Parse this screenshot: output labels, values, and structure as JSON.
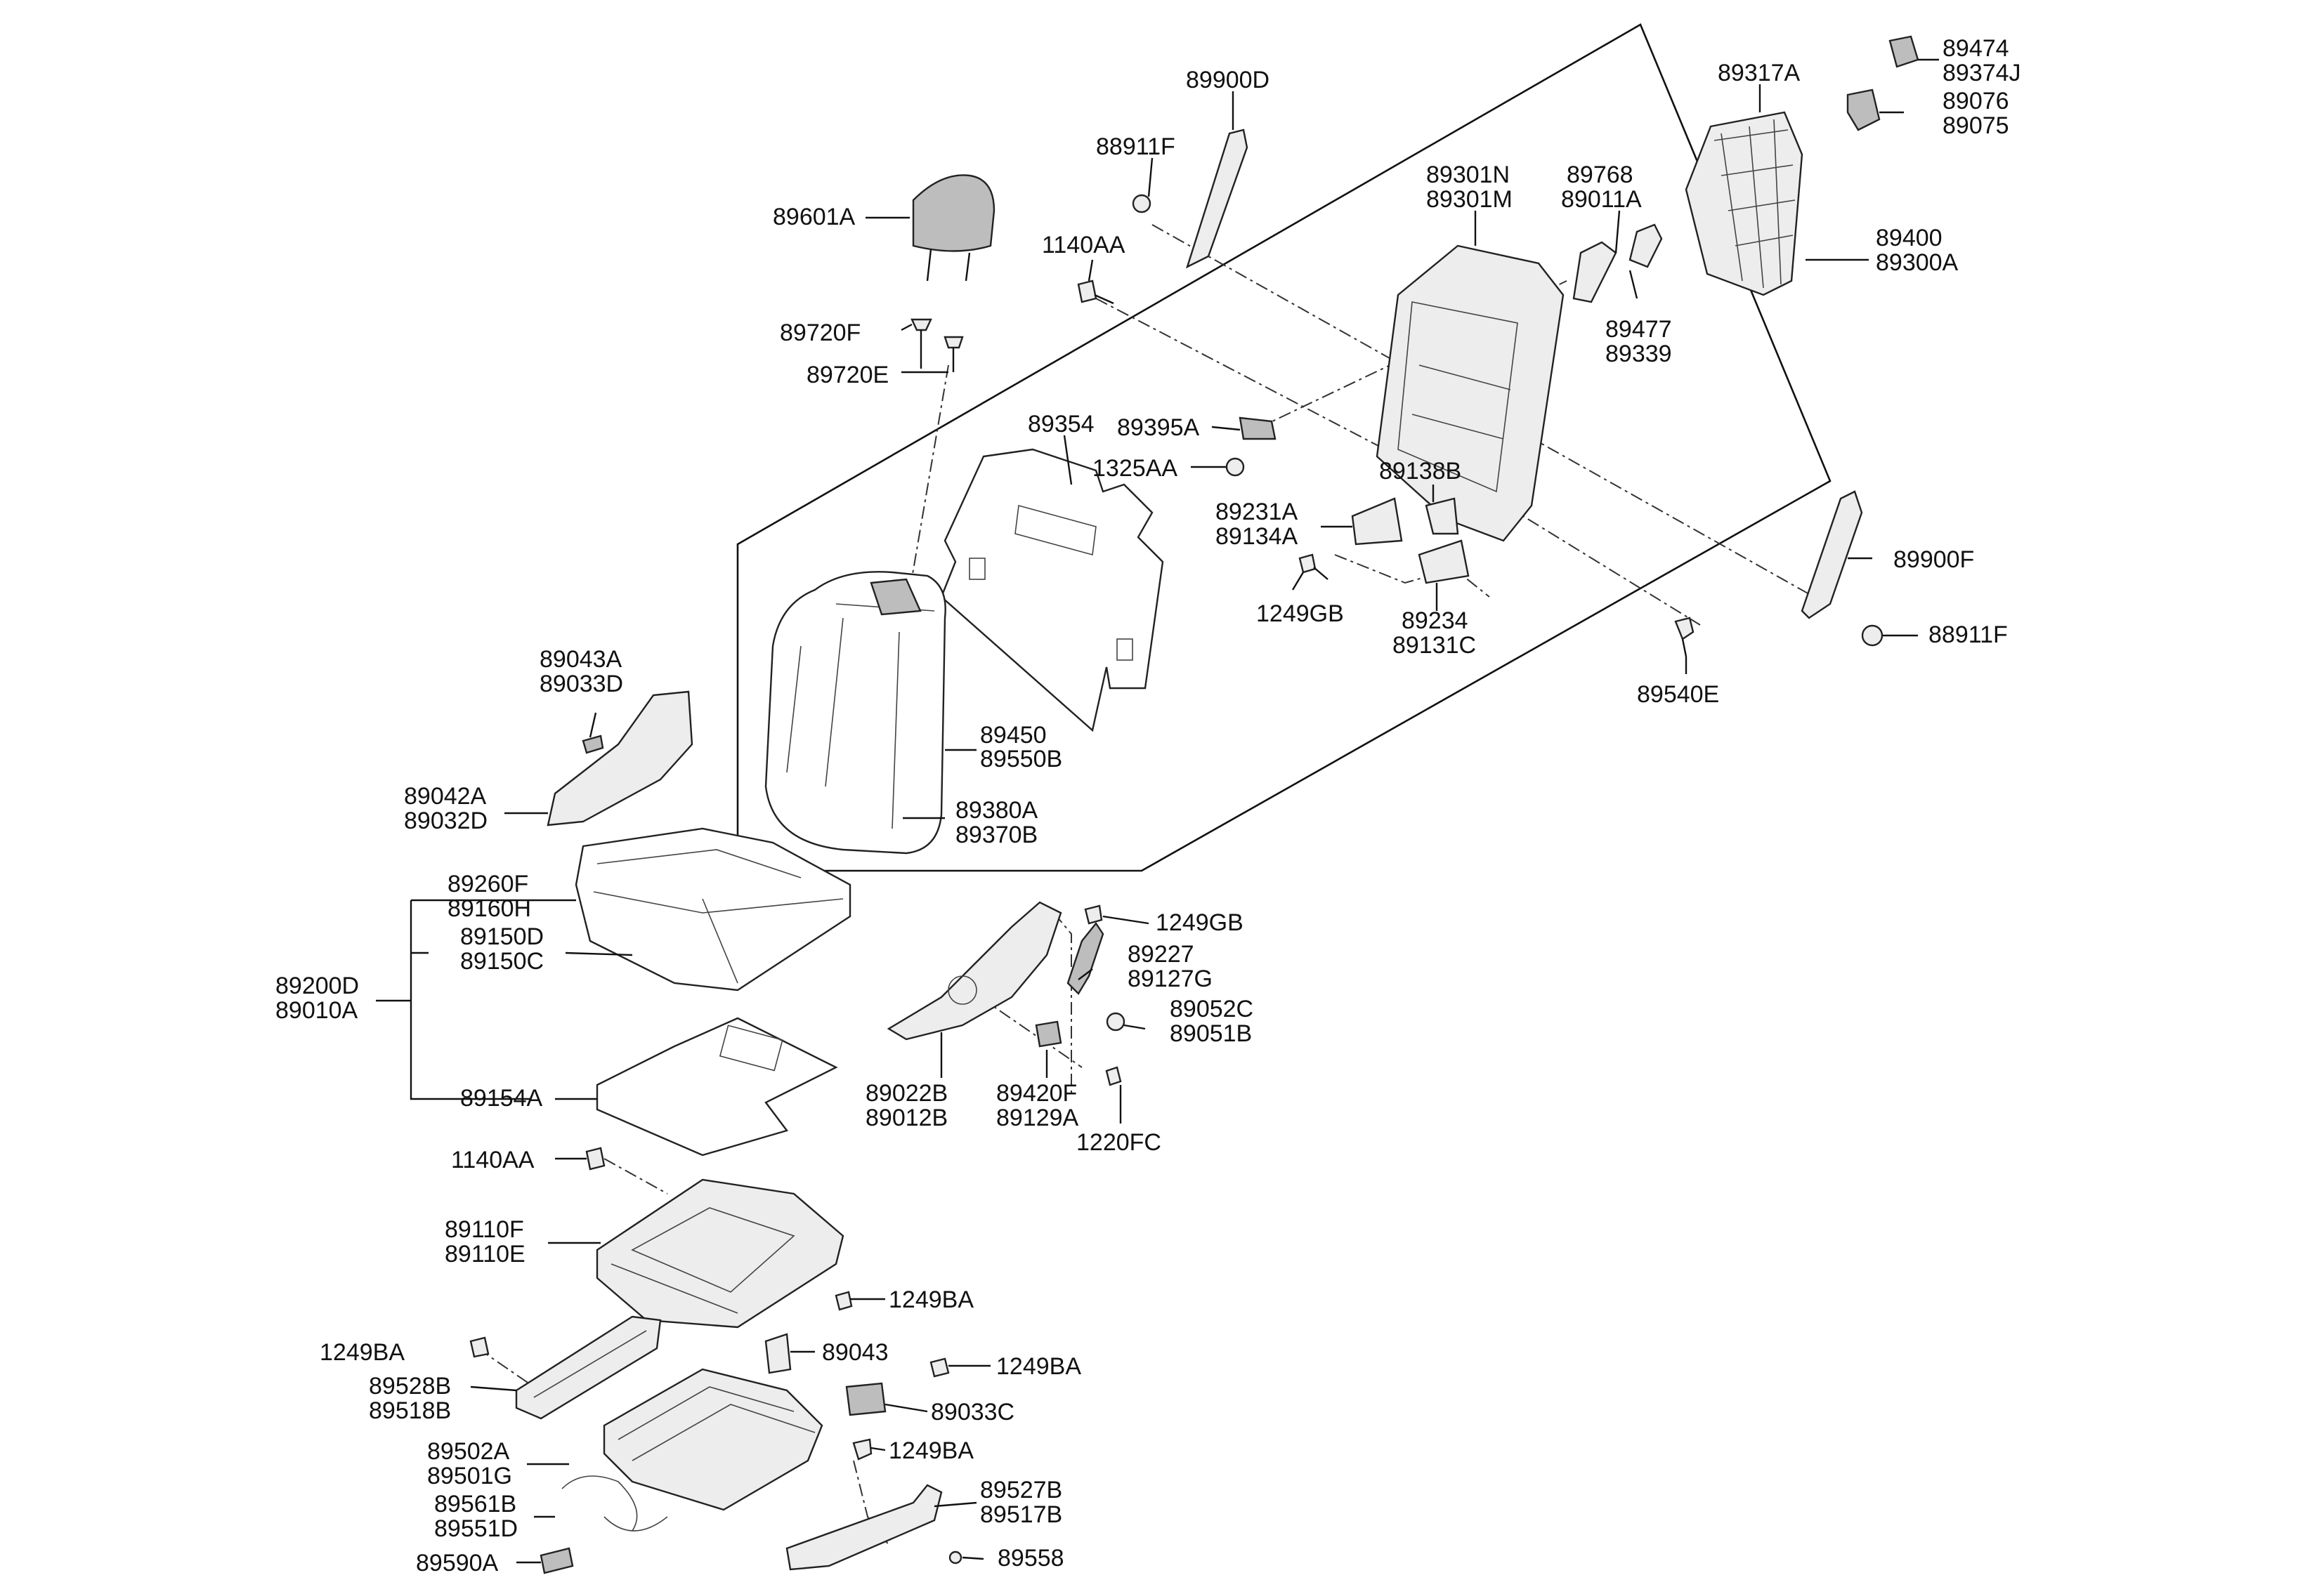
{
  "labels": {
    "l_89474": "89474",
    "l_89374J": "89374J",
    "l_89076": "89076",
    "l_89075": "89075",
    "l_89900D": "89900D",
    "l_89317A": "89317A",
    "l_88911F_top": "88911F",
    "l_89601A": "89601A",
    "l_1140AA_top": "1140AA",
    "l_89301N": "89301N",
    "l_89301M": "89301M",
    "l_89768": "89768",
    "l_89011A": "89011A",
    "l_89400": "89400",
    "l_89300A": "89300A",
    "l_89477": "89477",
    "l_89339": "89339",
    "l_89720F": "89720F",
    "l_89720E": "89720E",
    "l_89354": "89354",
    "l_89395A": "89395A",
    "l_1325AA": "1325AA",
    "l_89138B": "89138B",
    "l_89231A": "89231A",
    "l_89134A": "89134A",
    "l_89900F": "89900F",
    "l_1249GB_mid": "1249GB",
    "l_89234": "89234",
    "l_89131C": "89131C",
    "l_88911F_right": "88911F",
    "l_89540E": "89540E",
    "l_89043A": "89043A",
    "l_89033D": "89033D",
    "l_89450": "89450",
    "l_89550B": "89550B",
    "l_89042A": "89042A",
    "l_89032D": "89032D",
    "l_89380A": "89380A",
    "l_89370B": "89370B",
    "l_89260F": "89260F",
    "l_89160H": "89160H",
    "l_1249GB_low": "1249GB",
    "l_89150D": "89150D",
    "l_89150C": "89150C",
    "l_89227": "89227",
    "l_89127G": "89127G",
    "l_89200D": "89200D",
    "l_89010A": "89010A",
    "l_89052C": "89052C",
    "l_89051B": "89051B",
    "l_89154A": "89154A",
    "l_89022B": "89022B",
    "l_89012B": "89012B",
    "l_89420F": "89420F",
    "l_89129A": "89129A",
    "l_1220FC": "1220FC",
    "l_1140AA_low": "1140AA",
    "l_89110F": "89110F",
    "l_89110E": "89110E",
    "l_1249BA_a": "1249BA",
    "l_1249BA_b": "1249BA",
    "l_89043": "89043",
    "l_1249BA_c": "1249BA",
    "l_89528B": "89528B",
    "l_89518B": "89518B",
    "l_89033C": "89033C",
    "l_89502A": "89502A",
    "l_89501G": "89501G",
    "l_1249BA_d": "1249BA",
    "l_89527B": "89527B",
    "l_89517B": "89517B",
    "l_89561B": "89561B",
    "l_89551D": "89551D",
    "l_89590A": "89590A",
    "l_89558": "89558"
  },
  "colors": {
    "line": "#111111",
    "part_fill": "#ededed",
    "part_dark": "#bdbdbd",
    "background": "#ffffff"
  }
}
